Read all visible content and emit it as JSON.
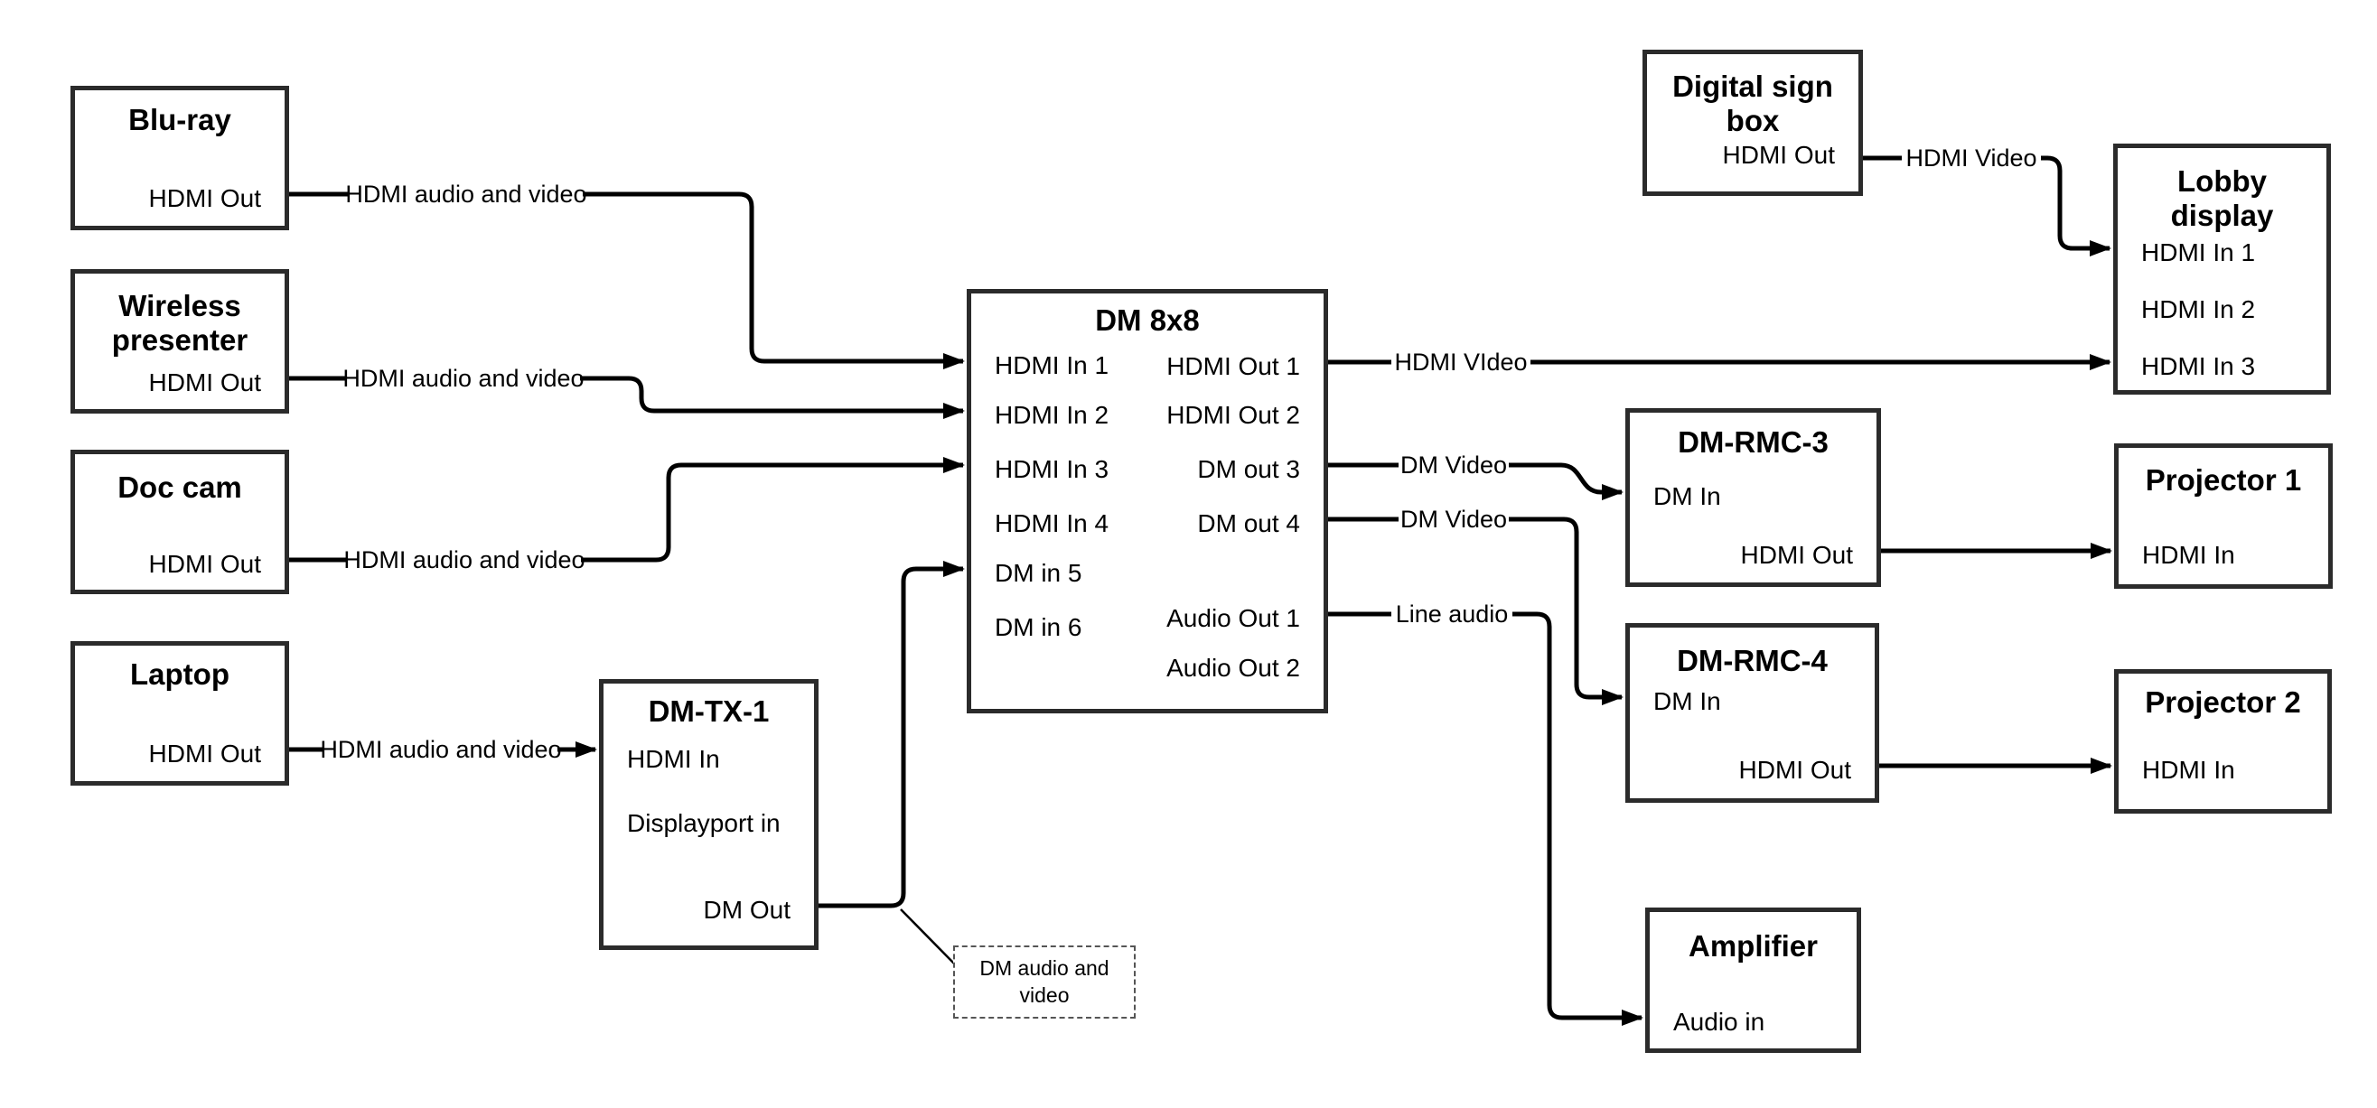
{
  "nodes": {
    "bluray": {
      "title": "Blu-ray",
      "ports": {
        "hdmi_out": "HDMI Out"
      }
    },
    "wireless_presenter": {
      "title": "Wireless presenter",
      "ports": {
        "hdmi_out": "HDMI Out"
      }
    },
    "doc_cam": {
      "title": "Doc cam",
      "ports": {
        "hdmi_out": "HDMI Out"
      }
    },
    "laptop": {
      "title": "Laptop",
      "ports": {
        "hdmi_out": "HDMI Out"
      }
    },
    "dm_tx_1": {
      "title": "DM-TX-1",
      "ports": {
        "hdmi_in": "HDMI In",
        "displayport_in": "Displayport in",
        "dm_out": "DM Out"
      }
    },
    "dm_8x8": {
      "title": "DM 8x8",
      "inputs": [
        "HDMI In 1",
        "HDMI In 2",
        "HDMI In 3",
        "HDMI In 4",
        "DM in 5",
        "DM in 6"
      ],
      "outputs": [
        "HDMI Out 1",
        "HDMI Out 2",
        "DM out 3",
        "DM out 4",
        "Audio Out 1",
        "Audio Out 2"
      ]
    },
    "digital_sign_box": {
      "title": "Digital sign box",
      "ports": {
        "hdmi_out": "HDMI Out"
      }
    },
    "lobby_display": {
      "title": "Lobby display",
      "ports": {
        "hdmi_in_1": "HDMI In 1",
        "hdmi_in_2": "HDMI In 2",
        "hdmi_in_3": "HDMI In 3"
      }
    },
    "dm_rmc_3": {
      "title": "DM-RMC-3",
      "ports": {
        "dm_in": "DM In",
        "hdmi_out": "HDMI Out"
      }
    },
    "projector_1": {
      "title": "Projector 1",
      "ports": {
        "hdmi_in": "HDMI In"
      }
    },
    "dm_rmc_4": {
      "title": "DM-RMC-4",
      "ports": {
        "dm_in": "DM In",
        "hdmi_out": "HDMI Out"
      }
    },
    "projector_2": {
      "title": "Projector 2",
      "ports": {
        "hdmi_in": "HDMI In"
      }
    },
    "amplifier": {
      "title": "Amplifier",
      "ports": {
        "audio_in": "Audio in"
      }
    }
  },
  "edge_labels": {
    "bluray_to_dm8x8": "HDMI audio and video",
    "wireless_to_dm8x8": "HDMI audio and video",
    "doccam_to_dm8x8": "HDMI audio and video",
    "laptop_to_dmtx1": "HDMI audio and video",
    "dm8x8_out1_to_lobby": "HDMI VIdeo",
    "digitalsign_to_lobby": "HDMI Video",
    "dm8x8_out3_to_rmc3": "DM Video",
    "dm8x8_out4_to_rmc4": "DM Video",
    "dm8x8_audio1_to_amp": "Line audio"
  },
  "note": {
    "text": "DM audio and video"
  },
  "colors": {
    "line": "#000000",
    "box_border": "#2b2b2b",
    "background": "#ffffff",
    "text": "#000000"
  }
}
